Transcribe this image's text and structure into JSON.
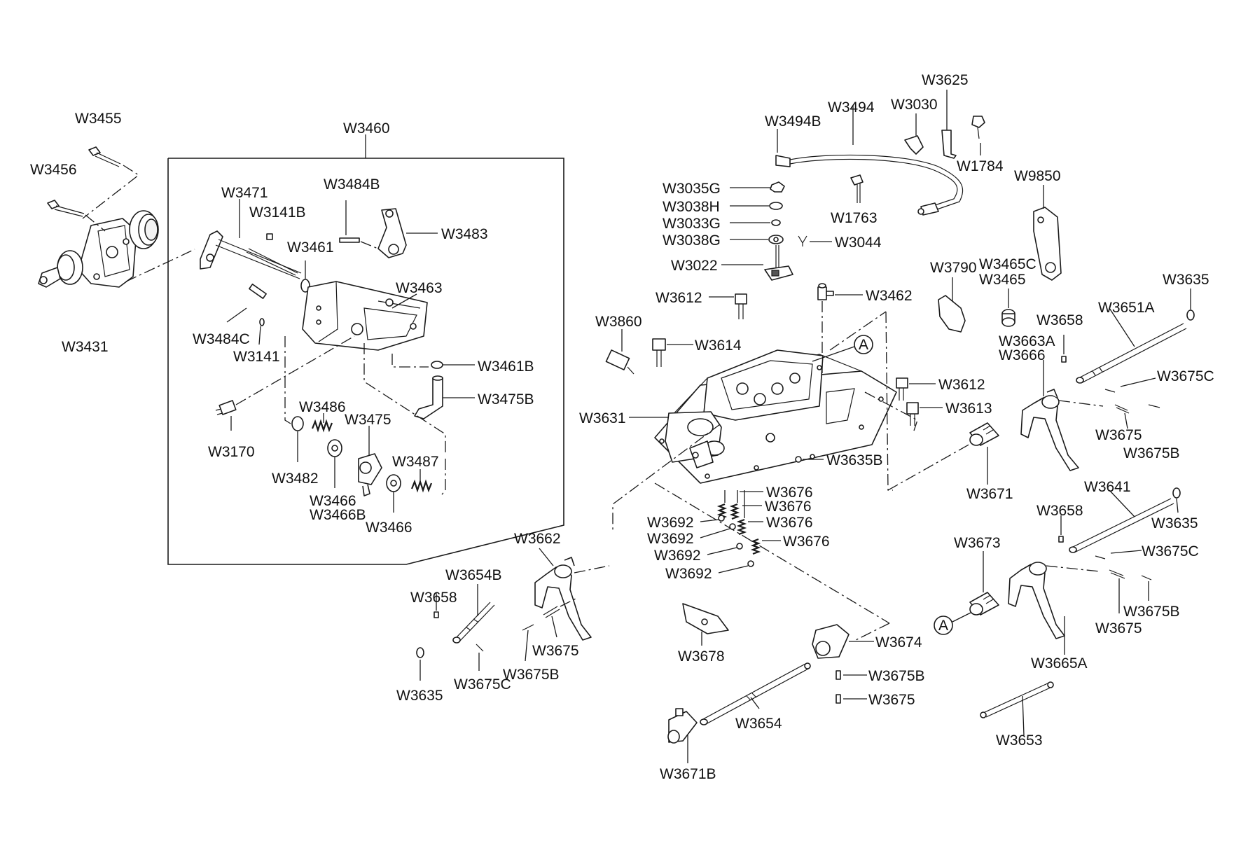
{
  "diagram": {
    "labels": {
      "w3455": "W3455",
      "w3456": "W3456",
      "w3431": "W3431",
      "w3460": "W3460",
      "w3471": "W3471",
      "w3141b": "W3141B",
      "w3484b": "W3484B",
      "w3483": "W3483",
      "w3461": "W3461",
      "w3463": "W3463",
      "w3484c": "W3484C",
      "w3141": "W3141",
      "w3461b": "W3461B",
      "w3475b": "W3475B",
      "w3170": "W3170",
      "w3486": "W3486",
      "w3475": "W3475",
      "w3482": "W3482",
      "w3487": "W3487",
      "w3466a": "W3466",
      "w3466b": "W3466B",
      "w3466c": "W3466",
      "w3494b": "W3494B",
      "w3494": "W3494",
      "w3030": "W3030",
      "w3625": "W3625",
      "w1784": "W1784",
      "w9850": "W9850",
      "w3035g": "W3035G",
      "w3038h": "W3038H",
      "w3033g": "W3033G",
      "w3038g": "W3038G",
      "w3044": "W3044",
      "w1763": "W1763",
      "w3022": "W3022",
      "w3790": "W3790",
      "w3465c": "W3465C",
      "w3465": "W3465",
      "w3635a": "W3635",
      "w3612a": "W3612",
      "w3462": "W3462",
      "w3860": "W3860",
      "w3614": "W3614",
      "w3651a": "W3651A",
      "w3658a": "W3658",
      "w3663a": "W3663A",
      "w3666": "W3666",
      "w3675ca": "W3675C",
      "w3612b": "W3612",
      "w3613": "W3613",
      "w3631": "W3631",
      "w3675a": "W3675",
      "w3675ba": "W3675B",
      "w3635b": "W3635B",
      "w3671": "W3671",
      "w3676a": "W3676",
      "w3676b": "W3676",
      "w3676c": "W3676",
      "w3676d": "W3676",
      "w3692a": "W3692",
      "w3692b": "W3692",
      "w3692c": "W3692",
      "w3692d": "W3692",
      "w3641": "W3641",
      "w3658b": "W3658",
      "w3635c": "W3635",
      "w3662": "W3662",
      "w3673": "W3673",
      "w3675cb": "W3675C",
      "w3654b": "W3654B",
      "w3658c": "W3658",
      "w3675b": "W3675",
      "w3675bb": "W3675B",
      "w3675bc": "W3675B",
      "w3675c": "W3675",
      "w3678": "W3678",
      "w3674": "W3674",
      "w3665a": "W3665A",
      "w3635d": "W3635",
      "w3675cc": "W3675C",
      "w3675bd": "W3675B",
      "w3675d": "W3675",
      "w3654": "W3654",
      "w3653": "W3653",
      "w3671b": "W3671B"
    },
    "callouts": {
      "a1": "A",
      "a2": "A"
    }
  }
}
